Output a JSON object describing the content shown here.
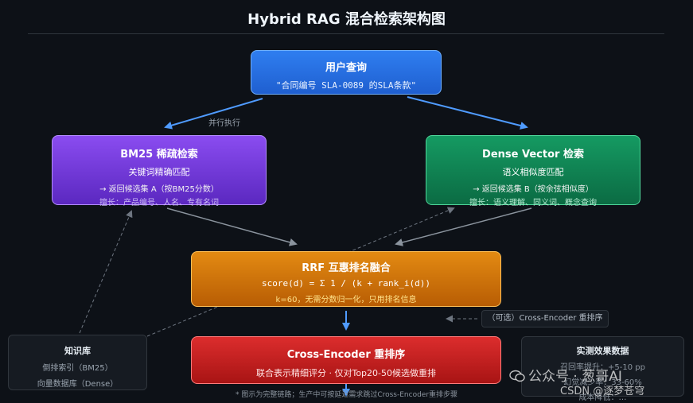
{
  "title": "Hybrid RAG 混合检索架构图",
  "query": {
    "title": "用户查询",
    "example": "\"合同编号 SLA-0089 的SLA条款\""
  },
  "parallel_label": "并行执行",
  "bm25": {
    "title": "BM25 稀疏检索",
    "subtitle": "关键词精确匹配",
    "output": "→ 返回候选集 A（按BM25分数）",
    "strengths": "擅长：产品编号、人名、专有名词"
  },
  "dense": {
    "title": "Dense Vector 检索",
    "subtitle": "语义相似度匹配",
    "output": "→ 返回候选集 B（按余弦相似度）",
    "strengths": "擅长：语义理解、同义词、概念查询"
  },
  "rrf": {
    "title": "RRF 互惠排名融合",
    "formula": "score(d) = Σ 1 / (k + rank_i(d))",
    "note": "k=60，无需分数归一化，只用排名信息"
  },
  "optional_note": "（可选）Cross-Encoder 重排序",
  "cross_encoder": {
    "title": "Cross-Encoder 重排序",
    "subtitle": "联合表示精细评分 · 仅对Top20-50候选做重排"
  },
  "knowledge_base": {
    "title": "知识库",
    "items": [
      "倒排索引（BM25）",
      "向量数据库（Dense）"
    ]
  },
  "results": {
    "title": "实测效果数据",
    "items": [
      "召回率提升：+5-10 pp",
      "幻觉减少率：33-60%",
      "成本降低：…"
    ]
  },
  "footnote": "* 图示为完整链路；生产中可按延迟需求跳过Cross-Encoder重排步骤",
  "watermark": {
    "line1": "公众号 · 葱哥AI",
    "line2": "CSDN @逐梦苍穹"
  },
  "colors": {
    "background": "#0d1117",
    "query": "#2f7ef0",
    "bm25": "#8a4cf0",
    "dense": "#159a62",
    "rrf": "#e38a12",
    "cross_encoder": "#dc2d2d",
    "arrow_blue": "#4f9bff",
    "arrow_gray": "#8b949e"
  },
  "icons": [
    "arrow-icon",
    "dashed-arrow-icon",
    "wechat-icon"
  ]
}
